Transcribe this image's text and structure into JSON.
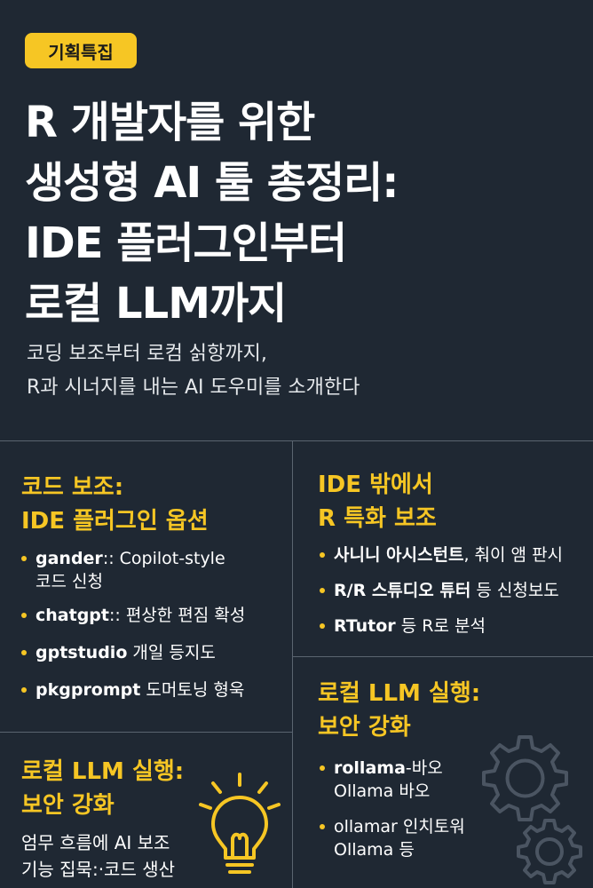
{
  "badge": "기획특집",
  "title": [
    "R 개발자를 위한",
    "생성형 AI 툴 총정리:",
    "IDE 플러그인부터",
    "로컬 LLM까지"
  ],
  "subtitle": [
    "코딩 보조부터 로컴 싥항까지,",
    "R과 시너지를 내는 AI 도우미를 소개한다"
  ],
  "left_top": {
    "heading": [
      "코드 보조:",
      "IDE 플러그인 옵션"
    ],
    "items": [
      {
        "name": "gander",
        "text": ":: Copilot-style",
        "cont": "코드 신청"
      },
      {
        "name": "chatgpt",
        "text": ":: 편상한 편짐 확성",
        "cont": ""
      },
      {
        "name": "gptstudio",
        "text": " 개일 등지도",
        "cont": ""
      },
      {
        "name": "pkgprompt",
        "text": " 도머토닝 형욱",
        "cont": ""
      }
    ]
  },
  "right_top": {
    "heading": [
      "IDE 밖에서",
      "R 특화 보조"
    ],
    "items": [
      {
        "name": "사니니 아시스턴트",
        "text": ", 춰이 앰 판시",
        "cont": ""
      },
      {
        "name": "R/R 스튜디오 튜터",
        "text": " 등 신청보도",
        "cont": ""
      },
      {
        "name": "RTutor",
        "text": " 등 R로 분석",
        "cont": ""
      }
    ]
  },
  "right_bottom": {
    "heading": [
      "로컬 LLM 실행:",
      "보안 강화"
    ],
    "items": [
      {
        "name": "rollama",
        "text": "-바오",
        "cont": "Ollama 바오"
      },
      {
        "name": "",
        "text": "ollamar 인치토워",
        "cont": "Ollama 등"
      }
    ]
  },
  "left_bottom": {
    "heading": [
      "로컬 LLM 실행:",
      "보안 강화"
    ],
    "body": [
      "엄무 흐름에 AI 보조",
      "기능 집묵:·코드 생산"
    ]
  },
  "icons": [
    "lightbulb-icon",
    "gears-icon"
  ],
  "colors": {
    "background": "#1f2833",
    "accent": "#f6c624",
    "divider": "#5a6470"
  }
}
